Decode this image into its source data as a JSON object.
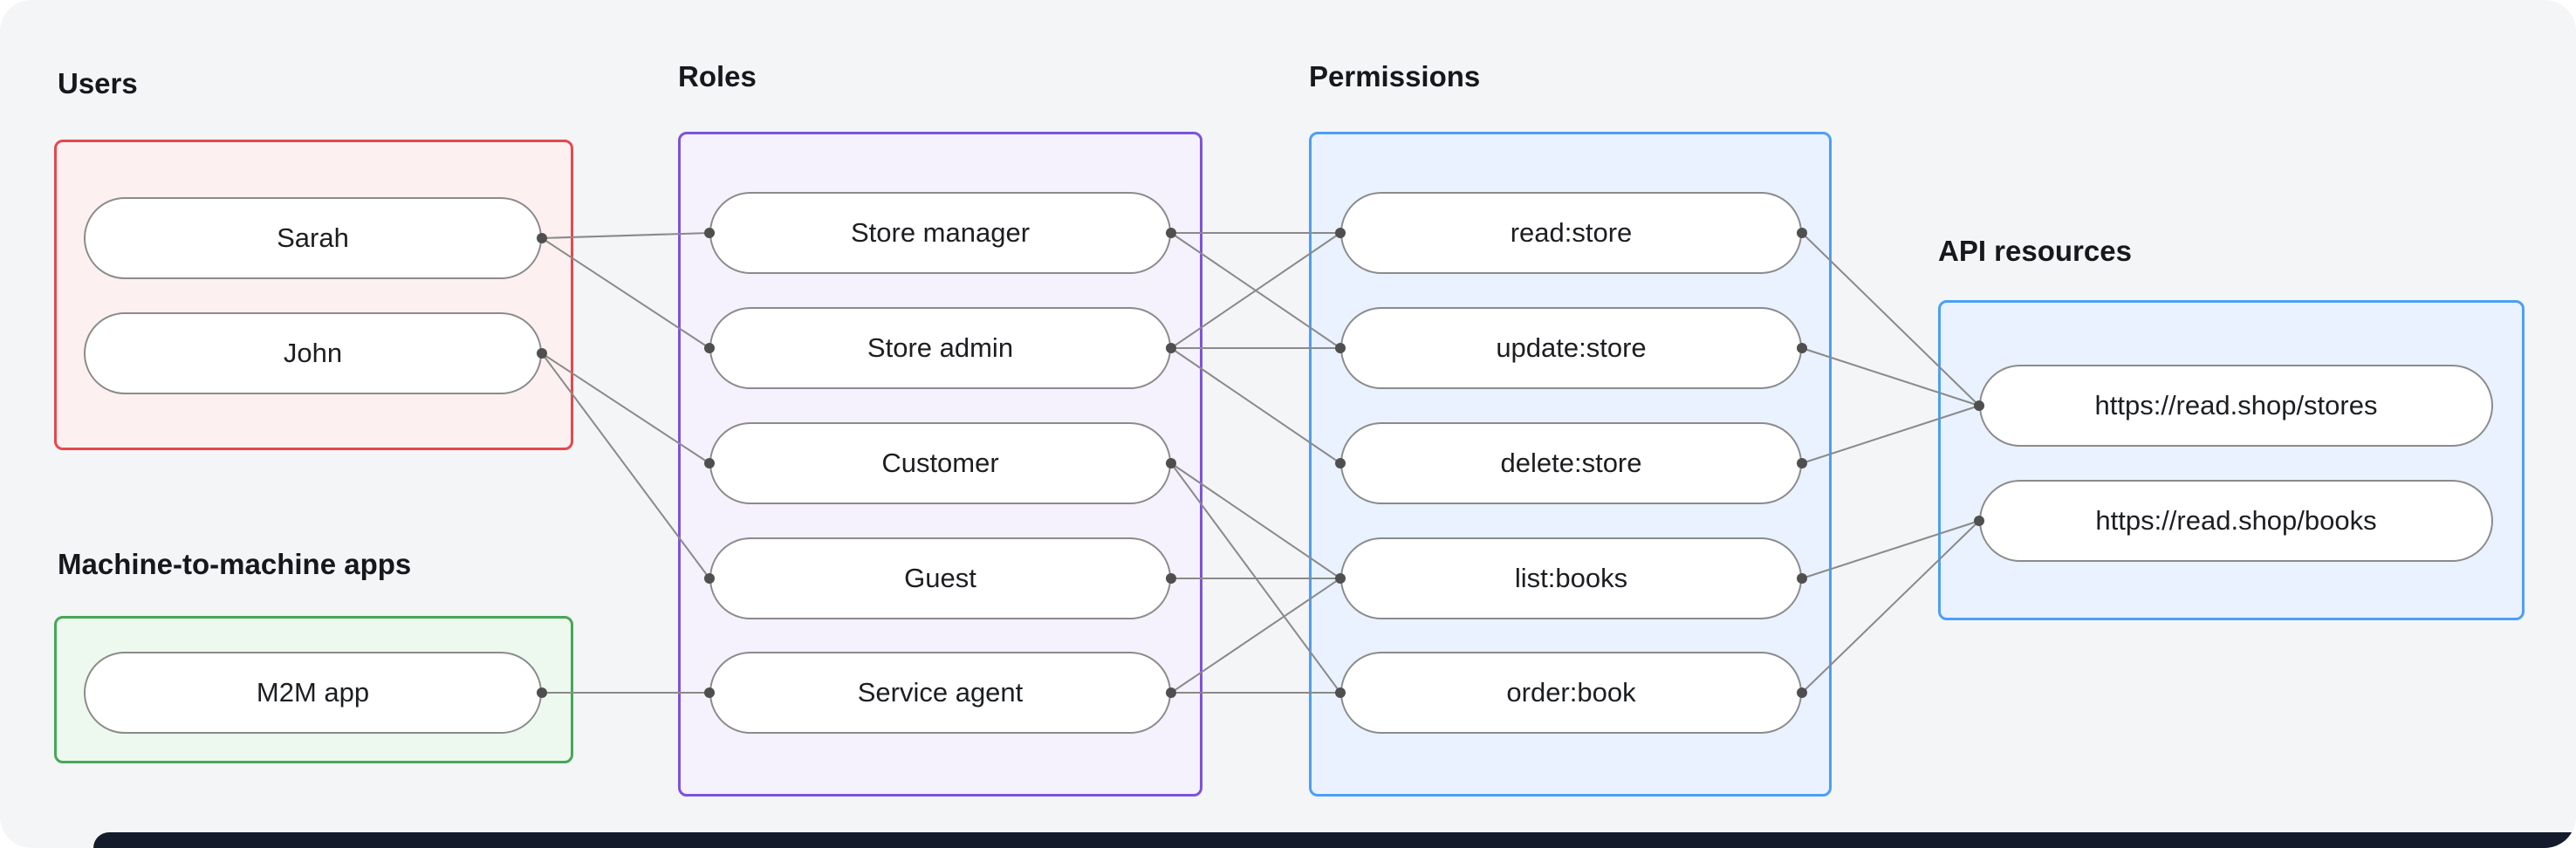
{
  "groups": [
    {
      "id": "users",
      "label": "Users",
      "border": "#e5484d",
      "bg": "#fdf0f0",
      "items": [
        {
          "id": "sarah",
          "label": "Sarah"
        },
        {
          "id": "john",
          "label": "John"
        }
      ]
    },
    {
      "id": "m2m",
      "label": "Machine-to-machine apps",
      "border": "#46a758",
      "bg": "#edf9ee",
      "items": [
        {
          "id": "m2m-app",
          "label": "M2M app"
        }
      ]
    },
    {
      "id": "roles",
      "label": "Roles",
      "border": "#7c53dd",
      "bg": "#f5f1fd",
      "items": [
        {
          "id": "store-manager",
          "label": "Store manager"
        },
        {
          "id": "store-admin",
          "label": "Store admin"
        },
        {
          "id": "customer",
          "label": "Customer"
        },
        {
          "id": "guest",
          "label": "Guest"
        },
        {
          "id": "service-agent",
          "label": "Service agent"
        }
      ]
    },
    {
      "id": "permissions",
      "label": "Permissions",
      "border": "#4d9ef7",
      "bg": "#e9f2fe",
      "items": [
        {
          "id": "read-store",
          "label": "read:store"
        },
        {
          "id": "update-store",
          "label": "update:store"
        },
        {
          "id": "delete-store",
          "label": "delete:store"
        },
        {
          "id": "list-books",
          "label": "list:books"
        },
        {
          "id": "order-book",
          "label": "order:book"
        }
      ]
    },
    {
      "id": "api",
      "label": "API resources",
      "border": "#4d9ef7",
      "bg": "#e9f2fe",
      "items": [
        {
          "id": "stores",
          "label": "https://read.shop/stores"
        },
        {
          "id": "books",
          "label": "https://read.shop/books"
        }
      ]
    }
  ],
  "edges": [
    {
      "from": "sarah",
      "to": "store-manager"
    },
    {
      "from": "sarah",
      "to": "store-admin"
    },
    {
      "from": "john",
      "to": "customer"
    },
    {
      "from": "john",
      "to": "guest"
    },
    {
      "from": "m2m-app",
      "to": "service-agent"
    },
    {
      "from": "store-manager",
      "to": "read-store"
    },
    {
      "from": "store-manager",
      "to": "update-store"
    },
    {
      "from": "store-admin",
      "to": "read-store"
    },
    {
      "from": "store-admin",
      "to": "update-store"
    },
    {
      "from": "store-admin",
      "to": "delete-store"
    },
    {
      "from": "customer",
      "to": "list-books"
    },
    {
      "from": "customer",
      "to": "order-book"
    },
    {
      "from": "guest",
      "to": "list-books"
    },
    {
      "from": "service-agent",
      "to": "list-books"
    },
    {
      "from": "service-agent",
      "to": "order-book"
    },
    {
      "from": "read-store",
      "to": "stores"
    },
    {
      "from": "update-store",
      "to": "stores"
    },
    {
      "from": "delete-store",
      "to": "stores"
    },
    {
      "from": "list-books",
      "to": "books"
    },
    {
      "from": "order-book",
      "to": "books"
    }
  ],
  "colors": {
    "canvas_bg": "#f3f5f6",
    "node_bg": "#ffffff",
    "node_border": "#8b8b8b",
    "edge_line": "#8a8a8a",
    "edge_dot": "#4f4f4f",
    "bottom_bar": "#141c2b"
  }
}
